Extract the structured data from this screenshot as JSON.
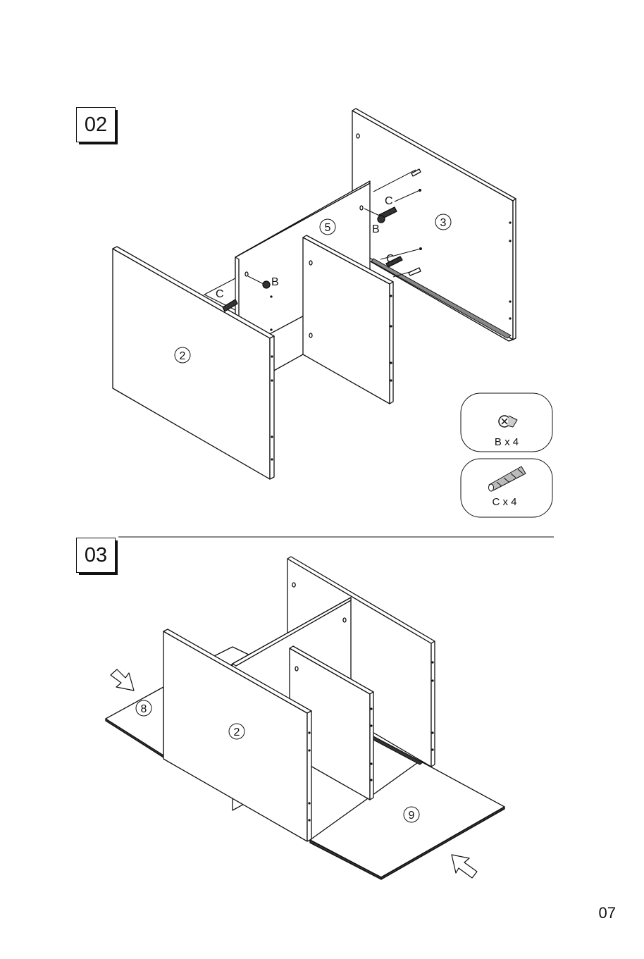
{
  "steps": [
    {
      "number": "02",
      "part_labels": {
        "side_panel": "2",
        "back_panel": "3",
        "divider": "5"
      },
      "fastener_callouts": [
        "C",
        "B",
        "C",
        "B",
        "C"
      ],
      "hardware": [
        {
          "name": "cam-lock",
          "label": "B x 4",
          "icon": "cam-lock-icon"
        },
        {
          "name": "dowel",
          "label": "C x 4",
          "icon": "dowel-icon"
        }
      ]
    },
    {
      "number": "03",
      "part_labels": {
        "side_panel": "2",
        "bottom_left": "8",
        "bottom_right": "9"
      },
      "arrows": [
        "insert-arrow-left-icon",
        "insert-arrow-right-icon"
      ]
    }
  ],
  "page_number": "07",
  "colors": {
    "line": "#111111",
    "panel": "#ffffff",
    "edge": "#ffffff"
  }
}
